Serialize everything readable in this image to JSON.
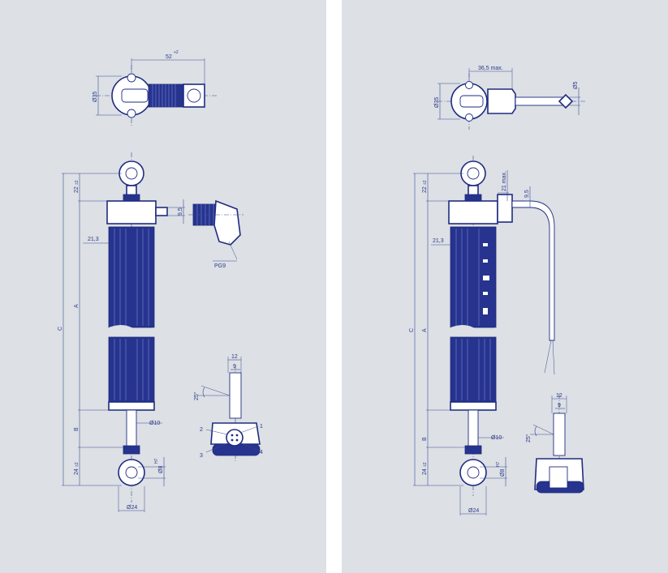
{
  "left": {
    "top_view": {
      "dim_width": "52",
      "dim_width_tol": "+2",
      "dim_diameter": "Ø35"
    },
    "side_view": {
      "dim_C": "C",
      "dim_A": "A",
      "dim_B": "B",
      "dim_top_offset": "22",
      "dim_top_offset_tol": "±2",
      "dim_bottom_offset": "24",
      "dim_bottom_offset_tol": "±2",
      "dim_connector": "9,5",
      "dim_body": "21,3",
      "dim_rod": "Ø10",
      "dim_bore": "Ø8",
      "dim_bore_tol": "H7",
      "dim_eye": "Ø24",
      "connector_thread": "PG9"
    },
    "detail": {
      "dim_outer": "12",
      "dim_inner": "9",
      "angle": "25°",
      "pins": [
        "1",
        "2",
        "3",
        "4"
      ]
    }
  },
  "right": {
    "top_view": {
      "dim_width": "36,5 max.",
      "dim_diameter": "Ø35",
      "dim_cable": "Ø5"
    },
    "side_view": {
      "dim_C": "C",
      "dim_A": "A",
      "dim_B": "B",
      "dim_top_offset": "22",
      "dim_top_offset_tol": "±2",
      "dim_bottom_offset": "24",
      "dim_bottom_offset_tol": "±2",
      "dim_gland": "21 max.",
      "dim_cable_offset": "9,5",
      "dim_body": "21,3",
      "dim_rod": "Ø10",
      "dim_bore": "Ø8",
      "dim_bore_tol": "H7",
      "dim_eye": "Ø24"
    },
    "detail": {
      "dim_outer": "12",
      "dim_inner": "9",
      "angle": "25°"
    }
  },
  "colors": {
    "background": "#dde0e4",
    "line": "#2a3a8a",
    "body": "#26348f"
  }
}
